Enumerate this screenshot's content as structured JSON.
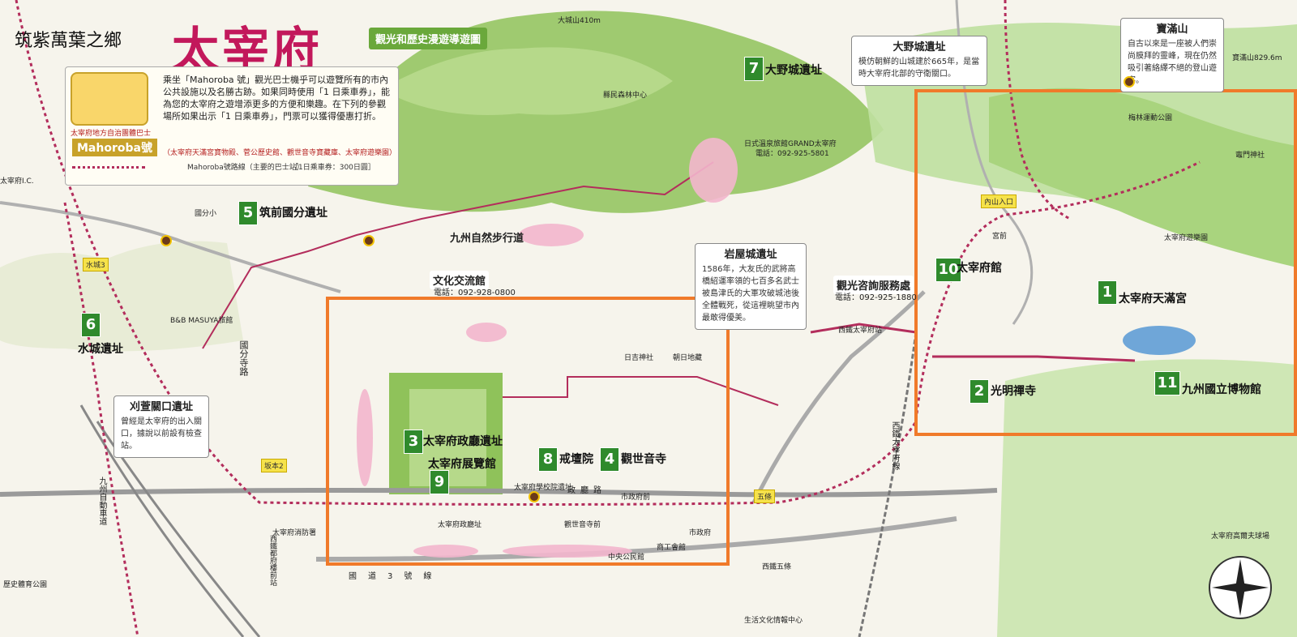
{
  "header": {
    "subtitle_left": "筑紫萬葉之鄉",
    "title": "太宰府",
    "banner": "觀光和歷史漫遊導遊圖"
  },
  "bus_info": {
    "bus_name": "Mahoroba號",
    "caption": "太宰府地方自治團體巴士",
    "desc": "乘坐「Mahoroba 號」觀光巴士機乎可以遊覽所有的市內公共設施以及名勝古跡。如果同時使用「1 日乘車券」，能為您的太宰府之遊增添更多的方便和樂趣。在下列的參觀場所如果出示「1 日乘車券」，門票可以獲得優惠打折。",
    "discount": "（太宰府天滿宮寶物殿、菅公歷史館、觀世音寺寶藏庫、太宰府遊樂園）",
    "route_label": "Mahoroba號路線（主要的巴士站）",
    "ticket": "［1日乘車券：300日圓］"
  },
  "info_boxes": {
    "onojo": {
      "title": "大野城遺址",
      "text": "模仿朝鮮的山城建於665年，是當時大宰府北部的守衛關口。"
    },
    "iwaya": {
      "title": "岩屋城遺址",
      "text": "1586年，大友氏的武將高橋紹運率領的七百多名武士被島津氏的大軍攻破城池後全體戰死，從這裡眺望市內最敢得優美。"
    },
    "mizushi": {
      "title": "刈萱關口遺址",
      "text": "曾經是太宰府的出入關口，據說以前設有檢查站。"
    },
    "homan": {
      "title": "寶滿山",
      "text": "自古以來是一座被人們崇尚膜拜的靈峰，現在仍然吸引著絡繹不絕的登山遊客。"
    },
    "bunka": {
      "title": "文化交流館",
      "tel": "電話：092-928-0800"
    },
    "kanko": {
      "title": "觀光咨詢服務處",
      "tel": "電話：092-925-1880"
    }
  },
  "sites": [
    {
      "num": "1",
      "name": "太宰府天滿宮"
    },
    {
      "num": "2",
      "name": "光明禪寺"
    },
    {
      "num": "3",
      "name": "太宰府政廳遺址"
    },
    {
      "num": "4",
      "name": "觀世音寺"
    },
    {
      "num": "5",
      "name": "筑前國分遺址"
    },
    {
      "num": "6",
      "name": "水城遺址"
    },
    {
      "num": "7",
      "name": "大野城遺址"
    },
    {
      "num": "8",
      "name": "戒壇院"
    },
    {
      "num": "9",
      "name": "太宰府展覽館"
    },
    {
      "num": "10",
      "name": "太宰府館"
    },
    {
      "num": "11",
      "name": "九州國立博物館"
    }
  ],
  "labels": {
    "mount_ono": "大城山410m",
    "mount_homan": "寶滿山829.6m",
    "trail": "九州自然步行道",
    "kenmin": "縣民森林中心",
    "spa": "日式溫泉旅館GRAND太宰府",
    "spa_tel": "電話：092-925-5801",
    "park": "太宰府遊樂園",
    "golf": "太宰府高爾夫球場",
    "kamado": "竈門神社",
    "umebayashi": "梅林運動公園",
    "hiyoshi": "日吉神社",
    "asahi": "朝日地藏",
    "kokubunji_road": "國分寺路",
    "seiko": "政廳路",
    "nishitetsu_dazaifu": "西鐵太宰府站",
    "nishitetsu_gojo": "西鐵五條",
    "nishitetsu_line": "西鐵太宰府線",
    "bbmasuya": "B&B MASUYA旅館",
    "kokubun_sho": "國分小",
    "kanzeonji_mae": "觀世音寺前",
    "shiyakusho": "市政府",
    "chuo_koen": "中央公民館",
    "shoko": "商工會館",
    "dazaifu_seicho_ato": "太宰府政廳址",
    "ekimae": "太宰府消防署",
    "gakko": "太宰府學校院遺址",
    "national_road": "國道3號線",
    "kyushu_exp": "九州自動車道",
    "uchiyama": "內山入口",
    "hiyoshi_stop": "宮前",
    "kanzeonji_stop": "市政府前",
    "seiryu": "西鐵都府樓前站",
    "taikanonji": "太宰府天滿宮",
    "mizuki3": "水城3",
    "sakamoto2": "坂本2",
    "gojo": "五條",
    "seiwa": "生活文化情報中心",
    "dazaifu_ic": "太宰府I.C.",
    "rekishi": "歷史體育公園"
  },
  "legend_colors": {
    "route": "#b32d5c",
    "highlight": "#f07a2a",
    "site_badge": "#2f8a2c"
  }
}
